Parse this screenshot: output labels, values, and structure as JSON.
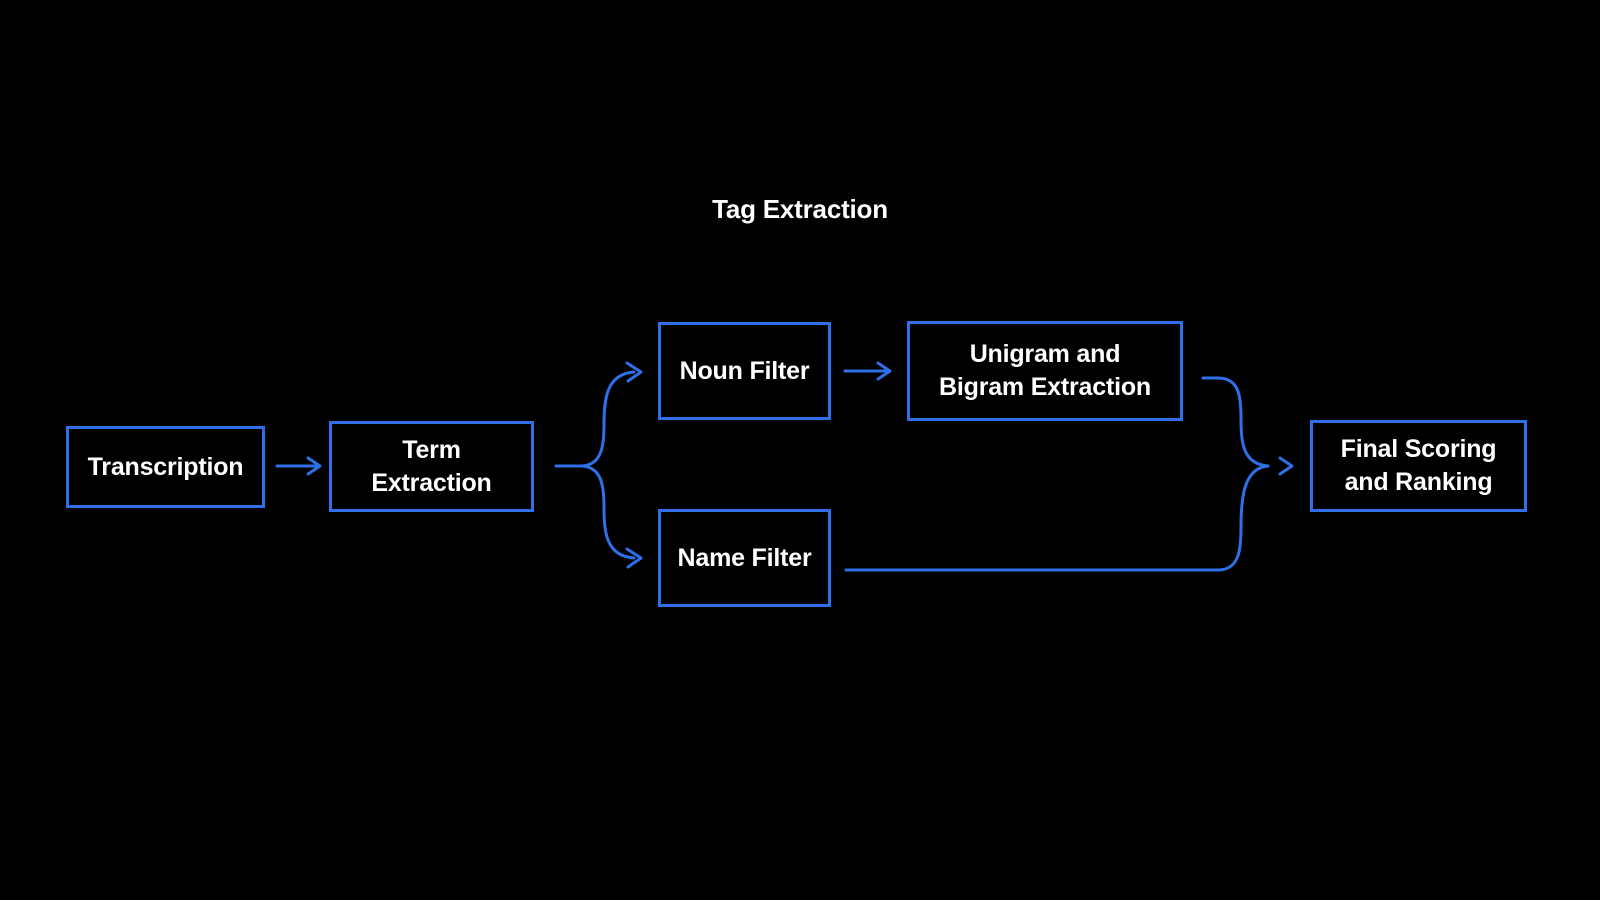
{
  "diagram": {
    "title": "Tag Extraction",
    "background_color": "#000000",
    "accent_color": "#2f6fe8",
    "text_color": "#ffffff",
    "type": "flowchart",
    "nodes": [
      {
        "id": "transcription",
        "label": "Transcription"
      },
      {
        "id": "term_extraction",
        "label": "Term\nExtraction"
      },
      {
        "id": "noun_filter",
        "label": "Noun Filter"
      },
      {
        "id": "unigram_bigram",
        "label": "Unigram and\nBigram Extraction"
      },
      {
        "id": "name_filter",
        "label": "Name Filter"
      },
      {
        "id": "final_scoring",
        "label": "Final Scoring\nand Ranking"
      }
    ],
    "edges": [
      {
        "from": "transcription",
        "to": "term_extraction",
        "style": "straight-arrow"
      },
      {
        "from": "term_extraction",
        "to": "noun_filter",
        "style": "branch-up-arrow"
      },
      {
        "from": "term_extraction",
        "to": "name_filter",
        "style": "branch-down-arrow"
      },
      {
        "from": "noun_filter",
        "to": "unigram_bigram",
        "style": "straight-arrow"
      },
      {
        "from": "unigram_bigram",
        "to": "final_scoring",
        "style": "merge-down-arrow"
      },
      {
        "from": "name_filter",
        "to": "final_scoring",
        "style": "merge-up-arrow"
      }
    ]
  }
}
